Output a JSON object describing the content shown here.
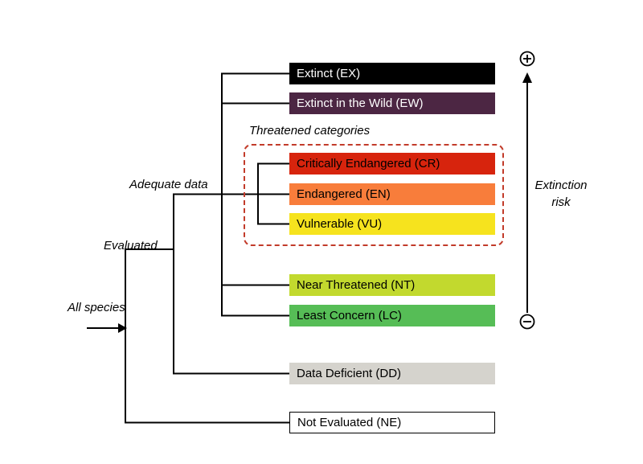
{
  "labels": {
    "threatened_categories": "Threatened categories",
    "adequate_data": "Adequate data",
    "evaluated": "Evaluated",
    "all_species": "All species",
    "extinction_risk": "Extinction risk"
  },
  "icons": {
    "plus": "+",
    "minus": "−",
    "risk_axis_arrow": "↑",
    "all_species_arrow": "→"
  },
  "categories": [
    {
      "code": "EX",
      "label": "Extinct (EX)",
      "bg": "#000000",
      "fg": "#ffffff"
    },
    {
      "code": "EW",
      "label": "Extinct in the Wild (EW)",
      "bg": "#4c2643",
      "fg": "#ffffff"
    },
    {
      "code": "CR",
      "label": "Critically Endangered (CR)",
      "bg": "#d7240d",
      "fg": "#000000"
    },
    {
      "code": "EN",
      "label": "Endangered (EN)",
      "bg": "#f87d3b",
      "fg": "#000000"
    },
    {
      "code": "VU",
      "label": "Vulnerable (VU)",
      "bg": "#f6e31e",
      "fg": "#000000"
    },
    {
      "code": "NT",
      "label": "Near Threatened (NT)",
      "bg": "#c2d92e",
      "fg": "#000000"
    },
    {
      "code": "LC",
      "label": "Least Concern (LC)",
      "bg": "#56bd56",
      "fg": "#000000"
    },
    {
      "code": "DD",
      "label": "Data Deficient (DD)",
      "bg": "#d5d3cd",
      "fg": "#000000"
    },
    {
      "code": "NE",
      "label": "Not Evaluated (NE)",
      "bg": "#ffffff",
      "fg": "#000000"
    }
  ],
  "colors": {
    "threatened_outline": "#c23b2a",
    "line": "#000000"
  }
}
